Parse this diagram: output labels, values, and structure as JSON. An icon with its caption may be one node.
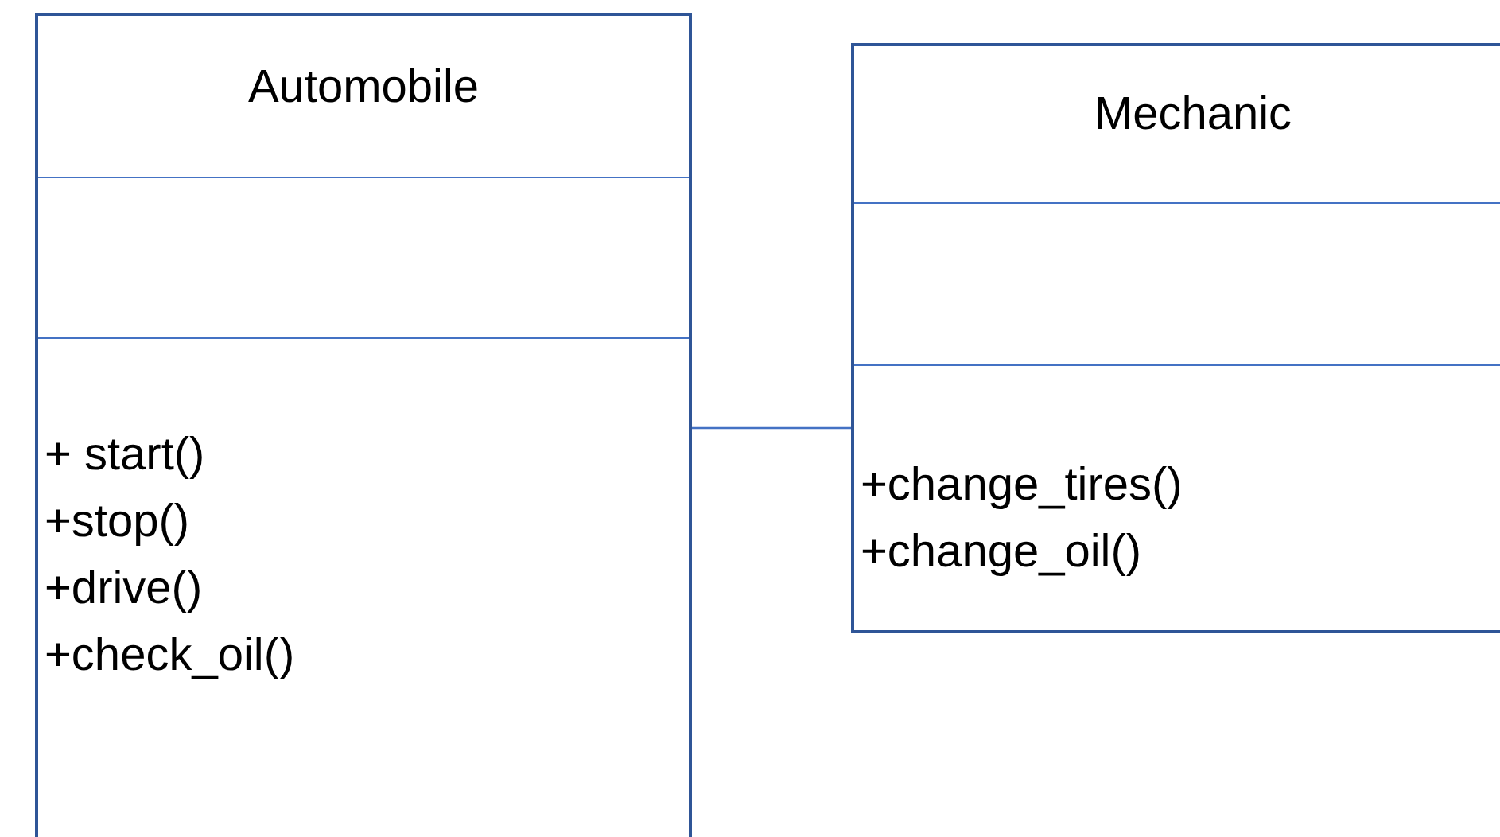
{
  "diagram": {
    "nodes": [
      {
        "text": [
          "Automobile",
          "+ start()",
          "+stop()",
          "+drive()",
          "+check_oil()"
        ]
      },
      {
        "text": [
          "Mechanic",
          "+change_tires()",
          "+change_oil()"
        ]
      }
    ],
    "edges": [
      {
        "from": 0,
        "to": 1,
        "arrow": "none"
      }
    ]
  }
}
